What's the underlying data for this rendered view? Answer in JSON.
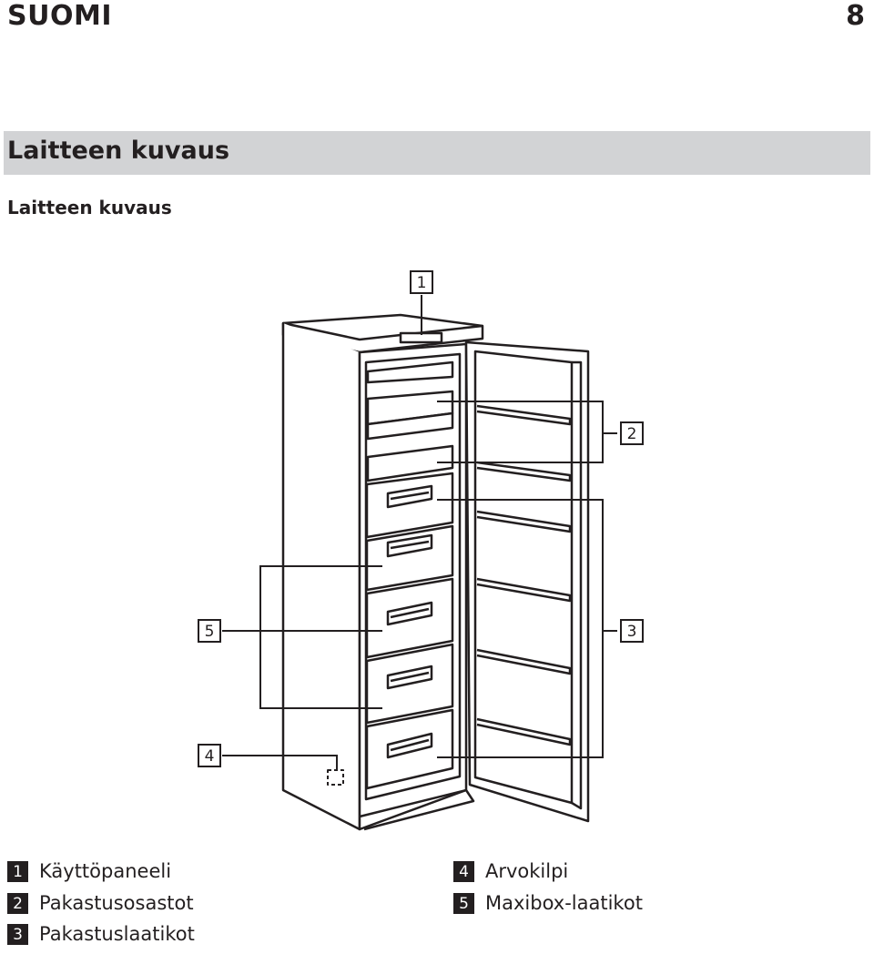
{
  "header": {
    "language": "SUOMI",
    "page_number": "8"
  },
  "section": {
    "title": "Laitteen kuvaus"
  },
  "subsection": {
    "title": "Laitteen kuvaus"
  },
  "figure": {
    "callouts": [
      "1",
      "2",
      "3",
      "4",
      "5"
    ]
  },
  "legend": {
    "items": [
      {
        "number": "1",
        "label": "Käyttöpaneeli"
      },
      {
        "number": "2",
        "label": "Pakastusosastot"
      },
      {
        "number": "3",
        "label": "Pakastuslaatikot"
      },
      {
        "number": "4",
        "label": "Arvokilpi"
      },
      {
        "number": "5",
        "label": "Maxibox-laatikot"
      }
    ]
  },
  "colors": {
    "ink": "#231f20",
    "band": "#d2d3d5",
    "background": "#ffffff"
  }
}
